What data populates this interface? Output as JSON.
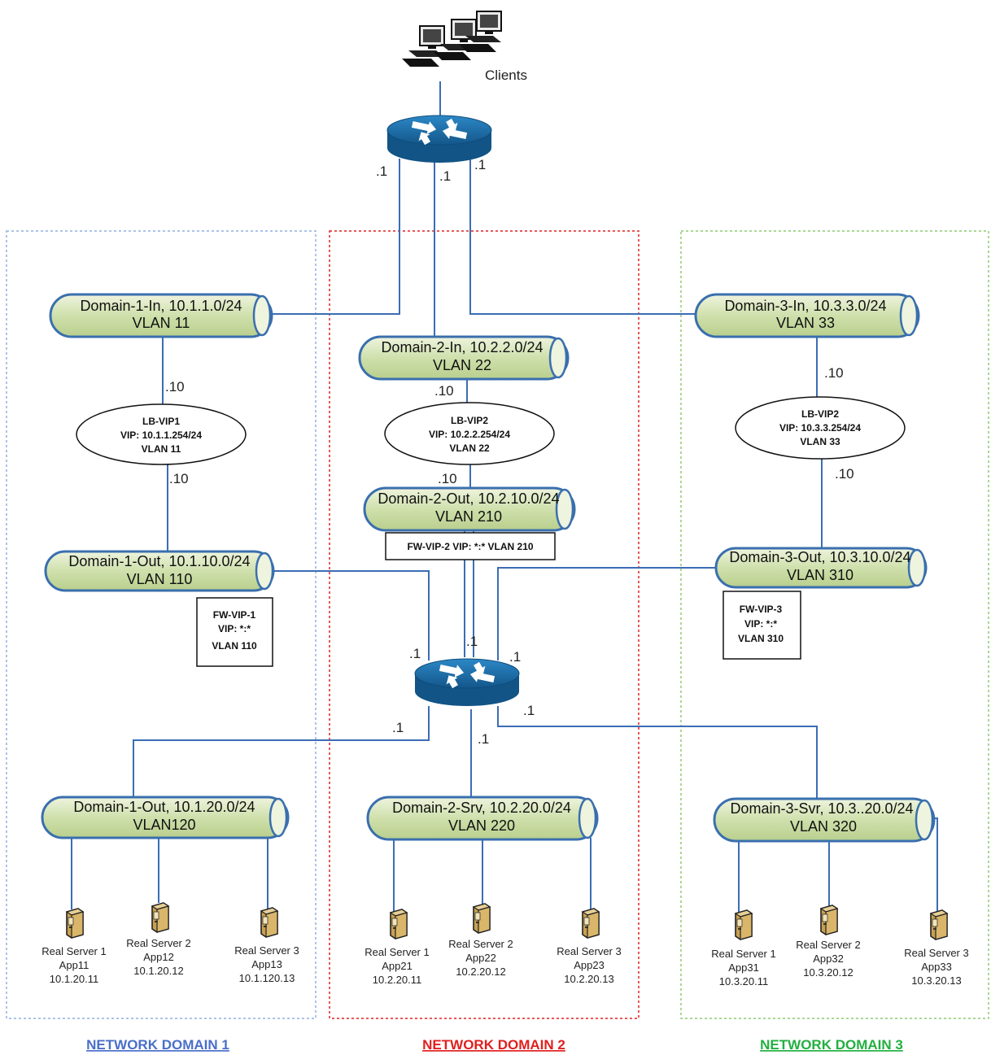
{
  "clients_label": "Clients",
  "top_router_ips": [
    ".1",
    ".1",
    ".1"
  ],
  "domains": [
    {
      "label": "NETWORK DOMAIN 1",
      "color": "#4a6fc9"
    },
    {
      "label": "NETWORK DOMAIN 2",
      "color": "#e02020"
    },
    {
      "label": "NETWORK DOMAIN 3",
      "color": "#22b040"
    }
  ],
  "segments": {
    "d1_in": {
      "line1": "Domain-1-In, 10.1.1.0/24",
      "line2": "VLAN 11"
    },
    "d2_in": {
      "line1": "Domain-2-In, 10.2.2.0/24",
      "line2": "VLAN 22"
    },
    "d3_in": {
      "line1": "Domain-3-In, 10.3.3.0/24",
      "line2": "VLAN 33"
    },
    "d1_out": {
      "line1": "Domain-1-Out, 10.1.10.0/24",
      "line2": "VLAN 110"
    },
    "d2_out": {
      "line1": "Domain-2-Out, 10.2.10.0/24",
      "line2": "VLAN 210"
    },
    "d3_out": {
      "line1": "Domain-3-Out, 10.3.10.0/24",
      "line2": "VLAN 310"
    },
    "d1_srv": {
      "line1": "Domain-1-Out, 10.1.20.0/24",
      "line2": "VLAN120"
    },
    "d2_srv": {
      "line1": "Domain-2-Srv, 10.2.20.0/24",
      "line2": "VLAN 220"
    },
    "d3_srv": {
      "line1": "Domain-3-Svr, 10.3..20.0/24",
      "line2": "VLAN 320"
    }
  },
  "lb_vips": [
    {
      "line1": "LB-VIP1",
      "line2": "VIP: 10.1.1.254/24",
      "line3": "VLAN 11"
    },
    {
      "line1": "LB-VIP2",
      "line2": "VIP: 10.2.2.254/24",
      "line3": "VLAN 22"
    },
    {
      "line1": "LB-VIP2",
      "line2": "VIP: 10.3.3.254/24",
      "line3": "VLAN 33"
    }
  ],
  "fw_vips": {
    "fw1": {
      "line1": "FW-VIP-1",
      "line2": "VIP: *:*",
      "line3": "VLAN 110"
    },
    "fw2": {
      "line1": "FW-VIP-2 VIP: *:* VLAN 210"
    },
    "fw3": {
      "line1": "FW-VIP-3",
      "line2": "VIP: *:*",
      "line3": "VLAN 310"
    }
  },
  "ip_labels": {
    "d1_lb_top": ".10",
    "d1_lb_bot": ".10",
    "d2_lb_top": ".10",
    "d2_lb_bot": ".10",
    "d3_lb_top": ".10",
    "d3_lb_bot": ".10",
    "core_d1_out": ".1",
    "core_d2_out": ".1",
    "core_d3_out": ".1",
    "core_d1_srv": ".1",
    "core_d2_srv": ".1",
    "core_d3_srv": ".1"
  },
  "servers": [
    {
      "name": "Real Server 1",
      "app": "App11",
      "ip": "10.1.20.11"
    },
    {
      "name": "Real Server 2",
      "app": "App12",
      "ip": "10.1.20.12"
    },
    {
      "name": "Real Server 3",
      "app": "App13",
      "ip": "10.1.120.13"
    },
    {
      "name": "Real Server 1",
      "app": "App21",
      "ip": "10.2.20.11"
    },
    {
      "name": "Real Server 2",
      "app": "App22",
      "ip": "10.2.20.12"
    },
    {
      "name": "Real Server 3",
      "app": "App23",
      "ip": "10.2.20.13"
    },
    {
      "name": "Real Server 1",
      "app": "App31",
      "ip": "10.3.20.11"
    },
    {
      "name": "Real Server 2",
      "app": "App32",
      "ip": "10.3.20.12"
    },
    {
      "name": "Real Server 3",
      "app": "App33",
      "ip": "10.3.20.13"
    }
  ],
  "colors": {
    "link": "#3b6db5",
    "segment_fill": "#d4e3b6",
    "segment_stroke": "#3a6fae",
    "router_body": "#1c6aa3",
    "router_top": "#2b84c2"
  }
}
